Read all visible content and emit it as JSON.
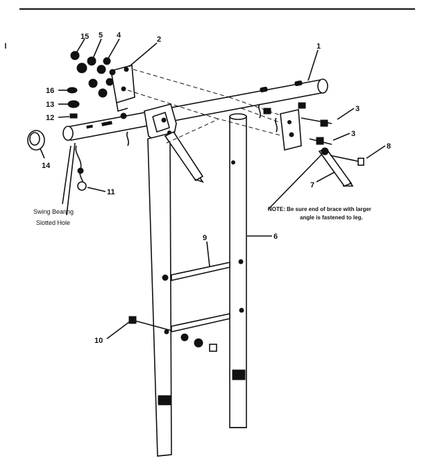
{
  "diagram": {
    "callouts": {
      "c1": "1",
      "c2": "2",
      "c3a": "3",
      "c3b": "3",
      "c4": "4",
      "c5": "5",
      "c6": "6",
      "c7": "7",
      "c8": "8",
      "c9": "9",
      "c10": "10",
      "c11": "11",
      "c12": "12",
      "c13": "13",
      "c14": "14",
      "c15": "15",
      "c16": "16"
    },
    "labels": {
      "swing_bearing": "Swing Bearing",
      "slotted_hole": "Slotted Hole"
    },
    "note": {
      "line1": "NOTE: Be sure end of brace with larger",
      "line2": "angle is fastened to leg."
    }
  }
}
